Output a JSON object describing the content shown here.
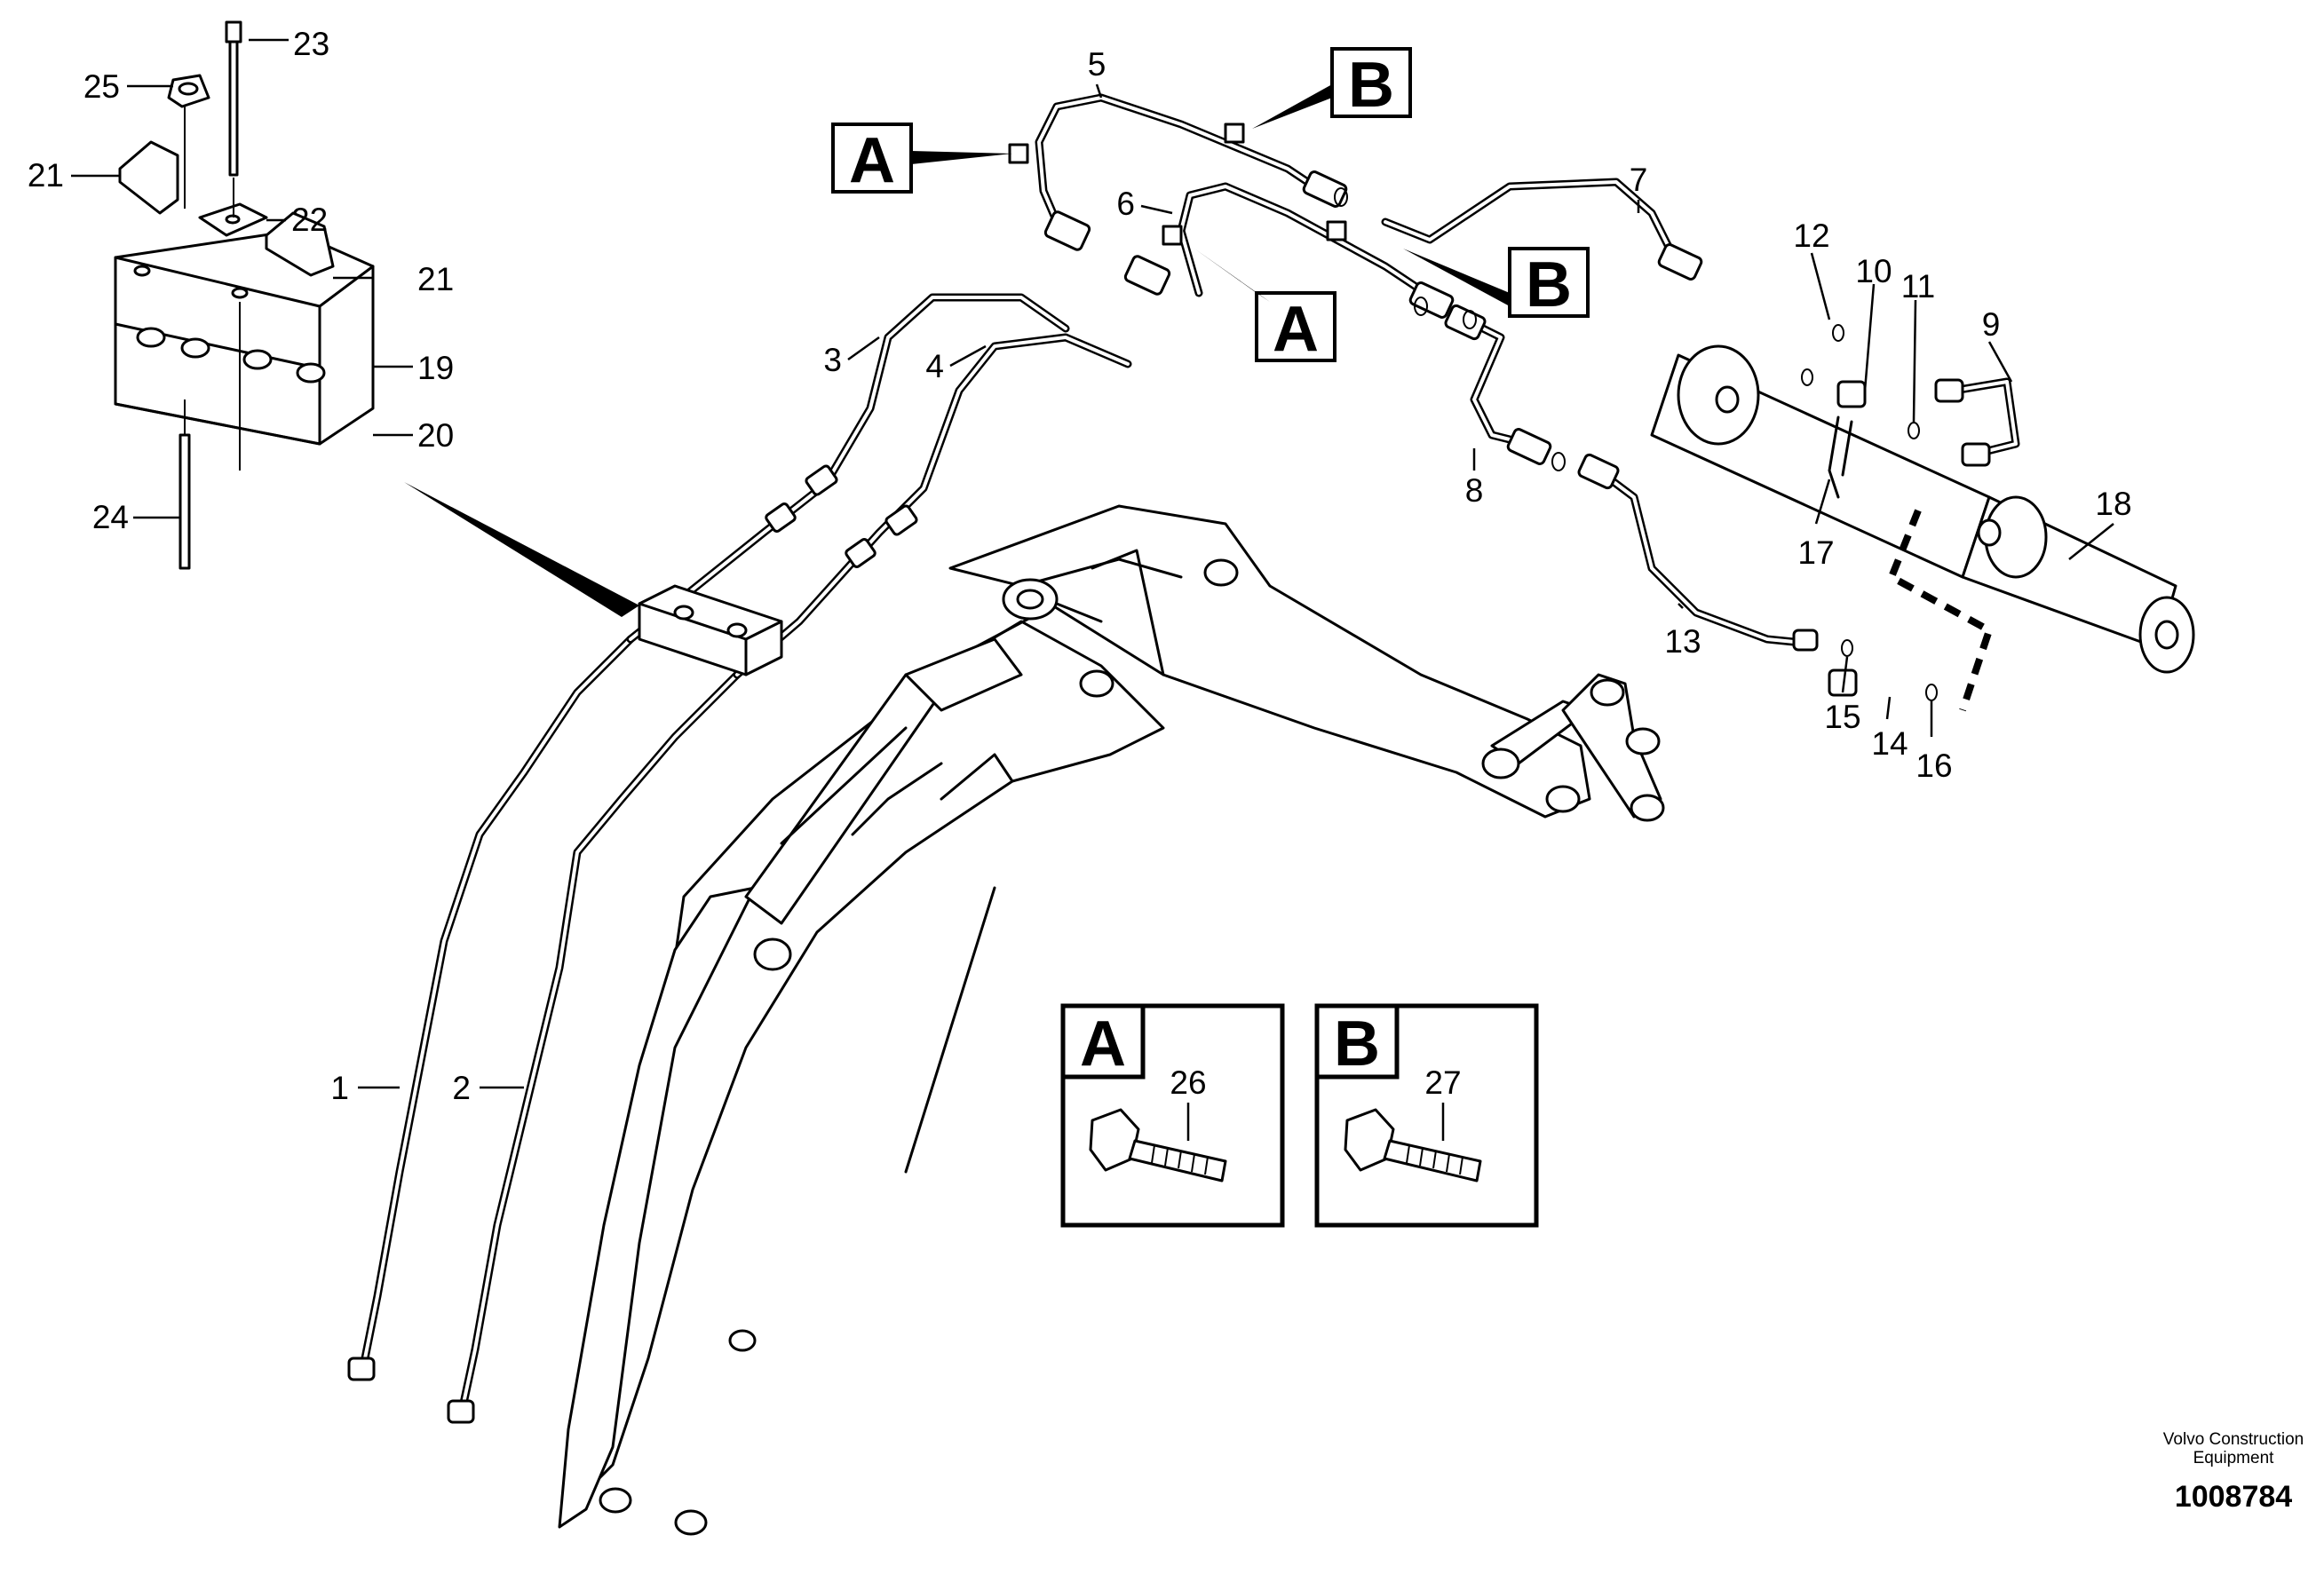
{
  "callouts": {
    "c1": "1",
    "c2": "2",
    "c3": "3",
    "c4": "4",
    "c5": "5",
    "c6": "6",
    "c7": "7",
    "c8": "8",
    "c9": "9",
    "c10": "10",
    "c11": "11",
    "c12": "12",
    "c13": "13",
    "c14": "14",
    "c15": "15",
    "c16": "16",
    "c17": "17",
    "c18": "18",
    "c19": "19",
    "c20": "20",
    "c21a": "21",
    "c21b": "21",
    "c22": "22",
    "c23": "23",
    "c24": "24",
    "c25": "25",
    "c26": "26",
    "c27": "27"
  },
  "view_labels": {
    "a1": "A",
    "a2": "A",
    "b1": "B",
    "b2": "B"
  },
  "legend": {
    "a": {
      "label": "A",
      "part": "26"
    },
    "b": {
      "label": "B",
      "part": "27"
    }
  },
  "footer": {
    "company_line1": "Volvo Construction",
    "company_line2": "Equipment",
    "drawing_number": "1008784"
  }
}
